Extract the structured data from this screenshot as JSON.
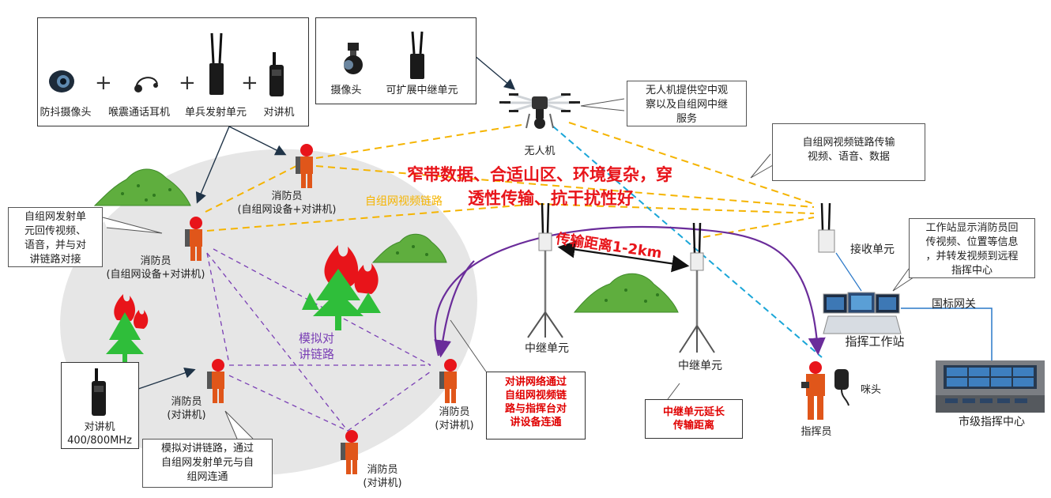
{
  "equipment_kit": {
    "items": [
      "防抖摄像头",
      "喉震通话耳机",
      "单兵发射单元",
      "对讲机"
    ],
    "plus": "+"
  },
  "drone_kit": {
    "items": [
      "摄像头",
      "可扩展中继单元"
    ]
  },
  "drone": {
    "label": "无人机"
  },
  "callouts": {
    "drone_note": [
      "无人机提供空中观",
      "察以及自组网中继",
      "服务"
    ],
    "link_note": [
      "自组网视频链路传输",
      "视频、语音、数据"
    ],
    "emitter_note": [
      "自组网发射单",
      "元回传视频、",
      "语音，并与对",
      "讲链路对接"
    ],
    "workstation_note": [
      "工作站显示消防员回",
      "传视频、位置等信息",
      "，并转发视频到远程",
      "指挥中心"
    ],
    "analog_note": [
      "模拟对讲链路，通过",
      "自组网发射单元与自",
      "组网连通"
    ]
  },
  "red_boxes": {
    "intercom": [
      "对讲网络通过",
      "自组网视频链",
      "路与指挥台对",
      "讲设备连通"
    ],
    "relay": [
      "中继单元延长",
      "传输距离"
    ]
  },
  "headline": [
    "窄带数据、合适山区、环境复杂，穿",
    "透性传输、抗干扰性好"
  ],
  "links": {
    "video_link": "自组网视频链路",
    "distance": "传输距离1-2km",
    "analog_link": [
      "模拟对",
      "讲链路"
    ]
  },
  "firefighters": {
    "f1": [
      "消防员",
      "(自组网设备+对讲机)"
    ],
    "f2": [
      "消防员",
      "(自组网设备+对讲机)"
    ],
    "f3": [
      "消防员",
      "(对讲机)"
    ],
    "f4": [
      "消防员",
      "(对讲机)"
    ],
    "f5": [
      "消防员",
      "(对讲机)"
    ]
  },
  "walkie": [
    "对讲机",
    "400/800MHz"
  ],
  "relay_units": [
    "中继单元",
    "中继单元"
  ],
  "receiver": "接收单元",
  "command": {
    "workstation": "指挥工作站",
    "gateway": "国标网关",
    "commander": "指挥员",
    "mic": "咪头",
    "center": "市级指挥中心"
  },
  "colors": {
    "video_link": "#f5b400",
    "analog_link": "#7a3fb5",
    "uav_link": "#1aa6d8",
    "headline": "#e8141a",
    "purple_curve": "#6a2c9a",
    "mountain": "#5fae3e",
    "fire": "#e8141a",
    "firefighter": "#e0561a"
  }
}
